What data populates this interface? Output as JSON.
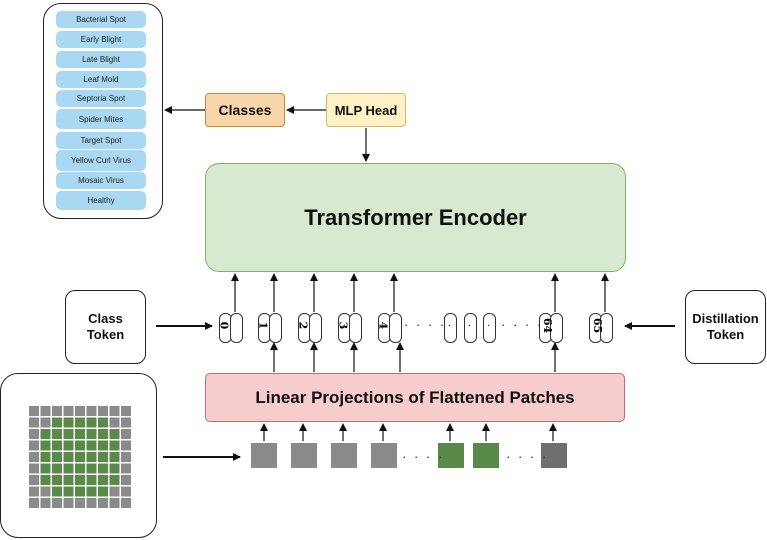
{
  "classes_list": {
    "items": [
      "Bacterial Spot",
      "Early Blight",
      "Late Blight",
      "Leaf Mold",
      "Septoria Spot",
      "Spider Mites",
      "Target Spot",
      "Yellow Curl Virus",
      "Mosaic Virus",
      "Healthy"
    ]
  },
  "classes_box": {
    "label": "Classes"
  },
  "mlp_head": {
    "label": "MLP Head"
  },
  "encoder": {
    "label": "Transformer Encoder"
  },
  "projection": {
    "label": "Linear Projections of Flattened Patches"
  },
  "class_token": {
    "label": "Class Token"
  },
  "distillation_token": {
    "label": "Distillation Token"
  },
  "token_labels": [
    "0",
    "1",
    "2",
    "3",
    "4",
    "64",
    "65"
  ],
  "dots": "· · · ·",
  "colors": {
    "class_item": "#a8d8f2",
    "classes_box": "#f9d6a9",
    "mlp_head": "#fff2c7",
    "encoder": "#d6ead0",
    "projection": "#f7cccc",
    "patch_gray": "#8a8a8a",
    "patch_green": "#5a8a4a"
  }
}
